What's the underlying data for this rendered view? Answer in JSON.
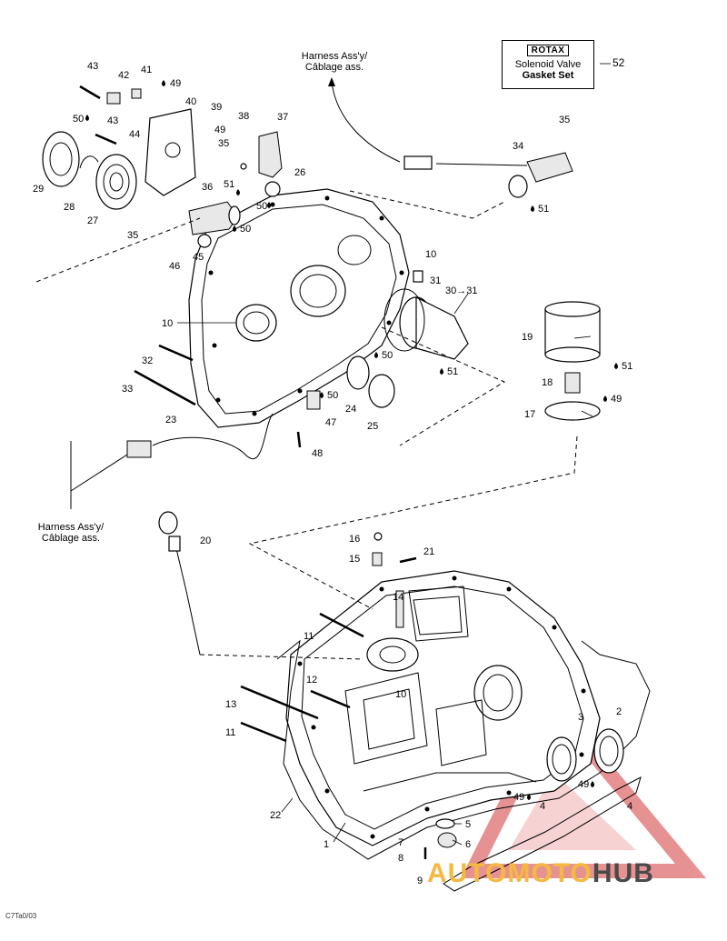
{
  "legend_box": {
    "logo": "ROTAX",
    "line1": "Solenoid Valve",
    "line2": "Gasket Set",
    "ref": "52"
  },
  "harness_top": {
    "line1": "Harness Ass'y/",
    "line2": "Câblage ass."
  },
  "harness_left": {
    "line1": "Harness Ass'y/",
    "line2": "Câblage ass."
  },
  "drawing_code": "C7Ta0/03",
  "watermark": {
    "part1": "AUTOMOTO",
    "part2": "HUB"
  },
  "part_labels": [
    "1",
    "2",
    "3",
    "4",
    "5",
    "6",
    "7",
    "8",
    "9",
    "10",
    "11",
    "12",
    "13",
    "14",
    "15",
    "16",
    "17",
    "18",
    "19",
    "20",
    "21",
    "22",
    "23",
    "24",
    "25",
    "26",
    "27",
    "28",
    "29",
    "30→31",
    "31",
    "32",
    "33",
    "34",
    "35",
    "36",
    "37",
    "38",
    "39",
    "40",
    "41",
    "42",
    "43",
    "44",
    "45",
    "46",
    "47",
    "48",
    "49",
    "50",
    "51"
  ],
  "lubricant_marks": [
    "49",
    "50",
    "51"
  ]
}
